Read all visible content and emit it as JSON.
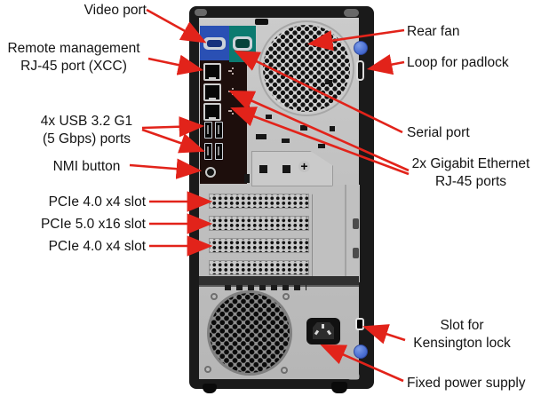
{
  "figure": {
    "type": "hardware-callout-diagram",
    "subject": "Tower server rear view"
  },
  "colors": {
    "background": "#ffffff",
    "callout_line": "#e2231a",
    "label_text": "#141414",
    "chassis_frame": "#1a1a1a",
    "chassis_panel": "#c2c2c2",
    "video_port_block": "#2a50b4",
    "serial_port_block": "#0c7a70",
    "io_panel": "#1d0e0c",
    "thumbscrew_blue": "#4a6fd2"
  },
  "callouts": {
    "video_port": {
      "label": "Video port"
    },
    "remote_mgmt": {
      "line1": "Remote management",
      "line2": "RJ-45 port (XCC)"
    },
    "usb": {
      "line1": "4x USB 3.2 G1",
      "line2": "(5 Gbps) ports"
    },
    "nmi": {
      "label": "NMI button"
    },
    "pcie_slot_1": {
      "label": "PCIe 4.0 x4 slot"
    },
    "pcie_slot_2": {
      "label": "PCIe 5.0 x16 slot"
    },
    "pcie_slot_3": {
      "label": "PCIe 4.0 x4 slot"
    },
    "rear_fan": {
      "label": "Rear fan"
    },
    "padlock_loop": {
      "label": "Loop for padlock"
    },
    "serial_port": {
      "label": "Serial port"
    },
    "ethernet": {
      "line1": "2x Gigabit Ethernet",
      "line2": "RJ-45 ports"
    },
    "kensington": {
      "line1": "Slot for",
      "line2": "Kensington lock"
    },
    "power_supply": {
      "label": "Fixed power supply"
    }
  }
}
